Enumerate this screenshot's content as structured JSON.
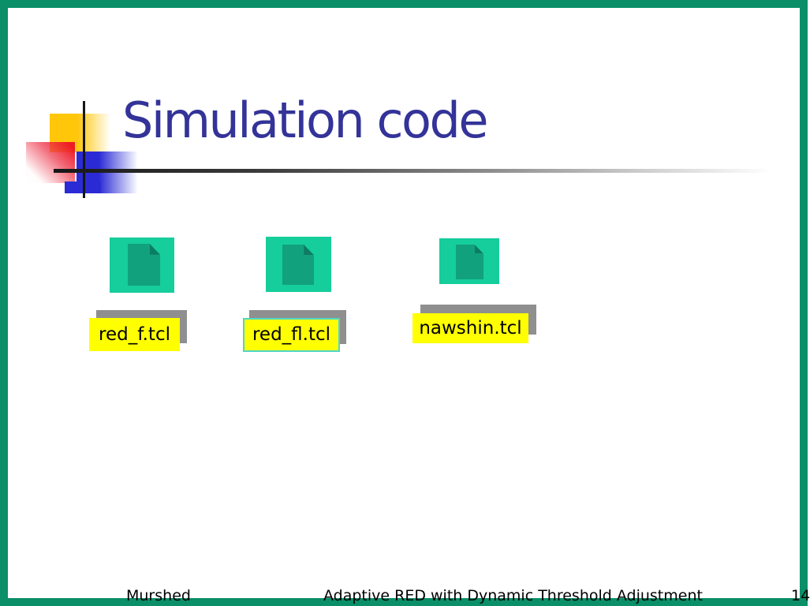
{
  "slide": {
    "title": "Simulation code",
    "files": [
      {
        "label": "red_f.tcl",
        "selected": false
      },
      {
        "label": "red_fl.tcl",
        "selected": true
      },
      {
        "label": "nawshin.tcl",
        "selected": false
      }
    ],
    "footer": {
      "author": "Murshed",
      "center": "Adaptive RED with Dynamic Threshold Adjustment",
      "page_number": "14"
    },
    "colors": {
      "frame_green": "#0a8f68",
      "title_blue": "#333399",
      "icon_green": "#16cd9c",
      "icon_doc_green": "#12a17d",
      "icon_fold_green": "#0d7d61",
      "label_yellow": "#ffff00",
      "label_shadow_gray": "#8f8f8f",
      "label_selected_border": "#4fd6c4",
      "deco_yellow": "#ffc60a",
      "deco_red": "#ee1b24",
      "deco_blue": "#2b2bd5",
      "text_black": "#000000"
    }
  }
}
